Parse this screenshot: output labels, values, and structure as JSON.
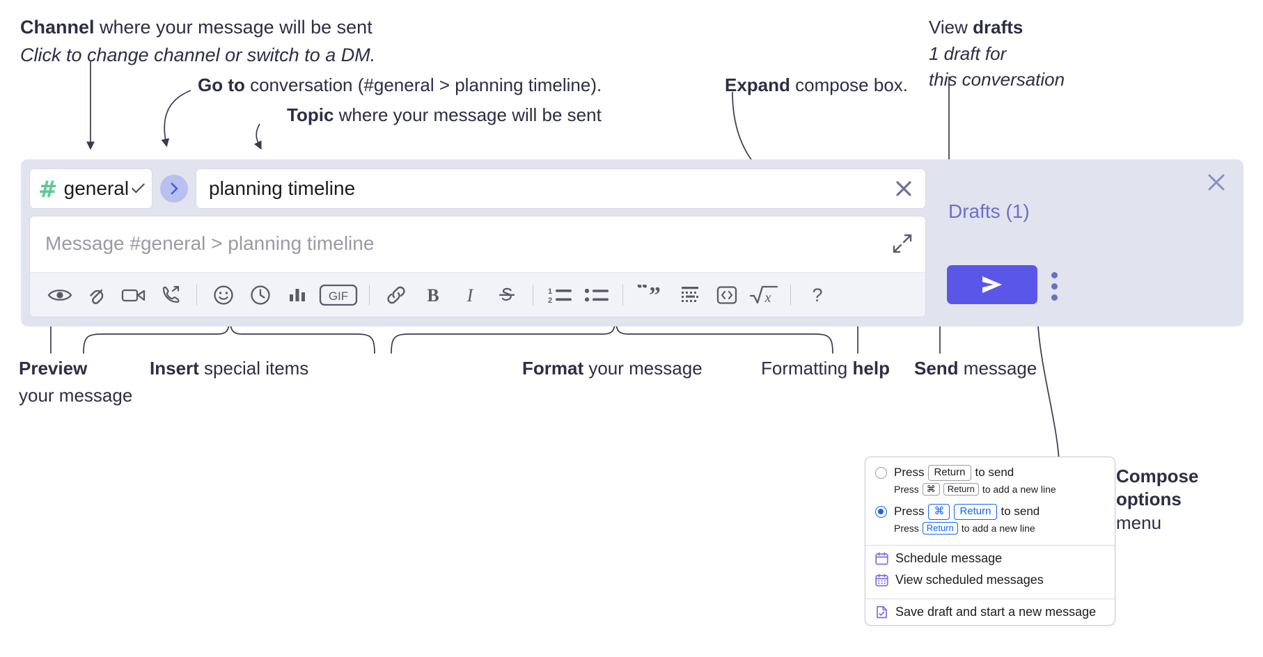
{
  "annotations": {
    "channel": {
      "bold": "Channel",
      "rest": " where your message will be sent",
      "italic": "Click to change channel or switch to a DM."
    },
    "goto": {
      "bold": "Go to",
      "rest": " conversation (#general > planning timeline)."
    },
    "topic": {
      "bold": "Topic",
      "rest": " where your message will be sent"
    },
    "expand": {
      "bold": "Expand",
      "rest": " compose box."
    },
    "drafts": {
      "lead": "View ",
      "bold": "drafts",
      "italic1": "1 draft for",
      "italic2": "this conversation"
    },
    "preview": {
      "bold": "Preview",
      "line2": "your message"
    },
    "insert": {
      "bold": "Insert",
      "rest": " special items"
    },
    "format": {
      "bold": "Format",
      "rest": " your message"
    },
    "help": {
      "lead": "Formatting ",
      "bold": "help"
    },
    "send": {
      "bold": "Send",
      "rest": " message"
    },
    "compose_options": {
      "bold1": "Compose",
      "bold2": "options",
      "rest": "menu"
    }
  },
  "compose": {
    "channel": {
      "name": "general",
      "hash_icon": "hash-icon",
      "chevron_icon": "chevron-down-icon"
    },
    "goto_button": {
      "icon": "chevron-right-icon"
    },
    "topic": {
      "value": "planning timeline",
      "clear_icon": "close-icon"
    },
    "message": {
      "placeholder": "Message #general > planning timeline",
      "expand_icon": "expand-icon"
    },
    "toolbar": [
      {
        "name": "preview-button",
        "icon": "eye-icon"
      },
      {
        "name": "attach-button",
        "icon": "paperclip-icon"
      },
      {
        "name": "video-button",
        "icon": "video-camera-icon"
      },
      {
        "name": "huddle-button",
        "icon": "phone-forward-icon"
      },
      {
        "name": "separator-1",
        "icon": "divider"
      },
      {
        "name": "emoji-button",
        "icon": "smiley-icon"
      },
      {
        "name": "reminder-button",
        "icon": "clock-icon"
      },
      {
        "name": "poll-button",
        "icon": "bar-chart-icon"
      },
      {
        "name": "gif-button",
        "icon": "gif-icon",
        "label": "GIF"
      },
      {
        "name": "separator-2",
        "icon": "divider"
      },
      {
        "name": "link-button",
        "icon": "link-icon"
      },
      {
        "name": "bold-button",
        "icon": "bold-icon",
        "label": "B"
      },
      {
        "name": "italic-button",
        "icon": "italic-icon",
        "label": "I"
      },
      {
        "name": "strikethrough-button",
        "icon": "strikethrough-icon"
      },
      {
        "name": "separator-3",
        "icon": "divider"
      },
      {
        "name": "ordered-list-button",
        "icon": "numbered-list-icon"
      },
      {
        "name": "bulleted-list-button",
        "icon": "bulleted-list-icon"
      },
      {
        "name": "separator-4",
        "icon": "divider"
      },
      {
        "name": "blockquote-button",
        "icon": "quote-icon"
      },
      {
        "name": "code-block-button",
        "icon": "code-block-icon"
      },
      {
        "name": "code-snippet-button",
        "icon": "code-brackets-icon"
      },
      {
        "name": "math-button",
        "icon": "square-root-icon"
      },
      {
        "name": "separator-5",
        "icon": "divider"
      },
      {
        "name": "formatting-help-button",
        "icon": "question-mark-icon",
        "label": "?"
      }
    ],
    "drafts_label": "Drafts (1)",
    "send_label": "send-icon",
    "close_icon": "close-icon",
    "kebab_icon": "more-vertical-icon"
  },
  "options_menu": {
    "option_return": {
      "selected": false,
      "main_pre": "Press",
      "main_key": "Return",
      "main_post": "to send",
      "sub_pre": "Press",
      "sub_key1": "⌘",
      "sub_key2": "Return",
      "sub_post": "to add a new line"
    },
    "option_cmd_return": {
      "selected": true,
      "main_pre": "Press",
      "main_key1": "⌘",
      "main_key2": "Return",
      "main_post": "to send",
      "sub_pre": "Press",
      "sub_key": "Return",
      "sub_post": "to add a new line"
    },
    "items": [
      {
        "name": "schedule-message",
        "label": "Schedule message",
        "icon": "calendar-icon"
      },
      {
        "name": "view-scheduled-messages",
        "label": "View scheduled messages",
        "icon": "calendar-grid-icon"
      },
      {
        "name": "save-draft",
        "label": "Save draft and start a new message",
        "icon": "document-check-icon"
      }
    ]
  },
  "colors": {
    "panel_bg": "#e1e3ef",
    "accent_send": "#5a56e8",
    "drafts_text": "#6e6fc6",
    "hash_green": "#5dc894",
    "goto_circle": "#b8c0ef",
    "radio_blue": "#1264f0",
    "menu_icon_purple": "#7b6ee0"
  }
}
